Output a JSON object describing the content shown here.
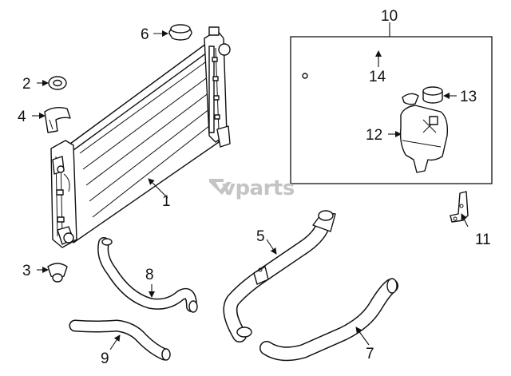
{
  "watermark": "vparts",
  "callouts": {
    "c1": "1",
    "c2": "2",
    "c3": "3",
    "c4": "4",
    "c5": "5",
    "c6": "6",
    "c7": "7",
    "c8": "8",
    "c9": "9",
    "c10": "10",
    "c11": "11",
    "c12": "12",
    "c13": "13",
    "c14": "14"
  }
}
